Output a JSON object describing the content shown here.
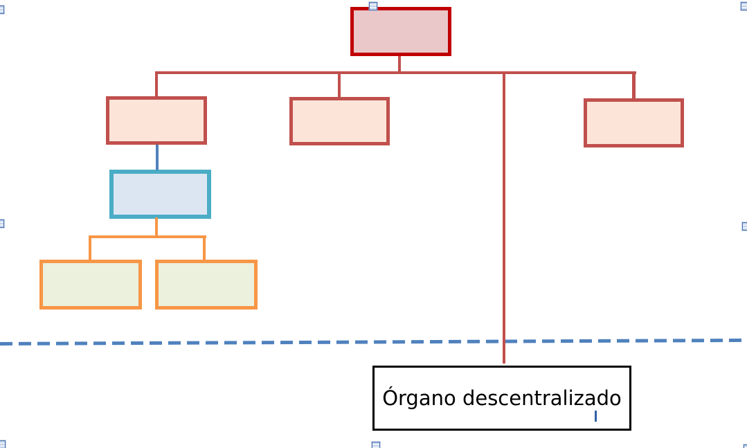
{
  "org_chart": {
    "label_box": {
      "text": "Órgano descentralizado"
    },
    "nodes": [
      {
        "id": "root",
        "level": 1,
        "fill": "#eac7c9",
        "border": "#c00000"
      },
      {
        "id": "branch-left",
        "level": 2,
        "fill": "#fce5d8",
        "border": "#c0504d"
      },
      {
        "id": "branch-mid",
        "level": 2,
        "fill": "#fce5d8",
        "border": "#c0504d"
      },
      {
        "id": "branch-right",
        "level": 2,
        "fill": "#fce5d8",
        "border": "#c0504d"
      },
      {
        "id": "sub-blue",
        "level": 3,
        "fill": "#dce6f2",
        "border": "#4bacc6"
      },
      {
        "id": "leaf-green-left",
        "level": 4,
        "fill": "#ebf1dd",
        "border": "#f79646"
      },
      {
        "id": "leaf-green-right",
        "level": 4,
        "fill": "#ebf1dd",
        "border": "#f79646"
      },
      {
        "id": "descentralized-organ",
        "level": 2,
        "fill": "#ffffff",
        "border": "#000000",
        "text": "Órgano descentralizado"
      }
    ],
    "colors": {
      "root_border": "#c00000",
      "root_fill": "#eac7c9",
      "level2_border": "#c0504d",
      "level2_fill": "#fce5d8",
      "sub_border": "#4bacc6",
      "sub_fill": "#dce6f2",
      "leaf_border": "#f79646",
      "leaf_fill": "#ebf1dd",
      "connector_red": "#c0504d",
      "connector_blue": "#4f81bd",
      "connector_orange": "#f79646",
      "divider_blue": "#4f81bd",
      "label_border": "#000000",
      "caret_blue": "#2f5fa8"
    },
    "icons": {
      "anchor": "embedded-object-anchor"
    }
  }
}
